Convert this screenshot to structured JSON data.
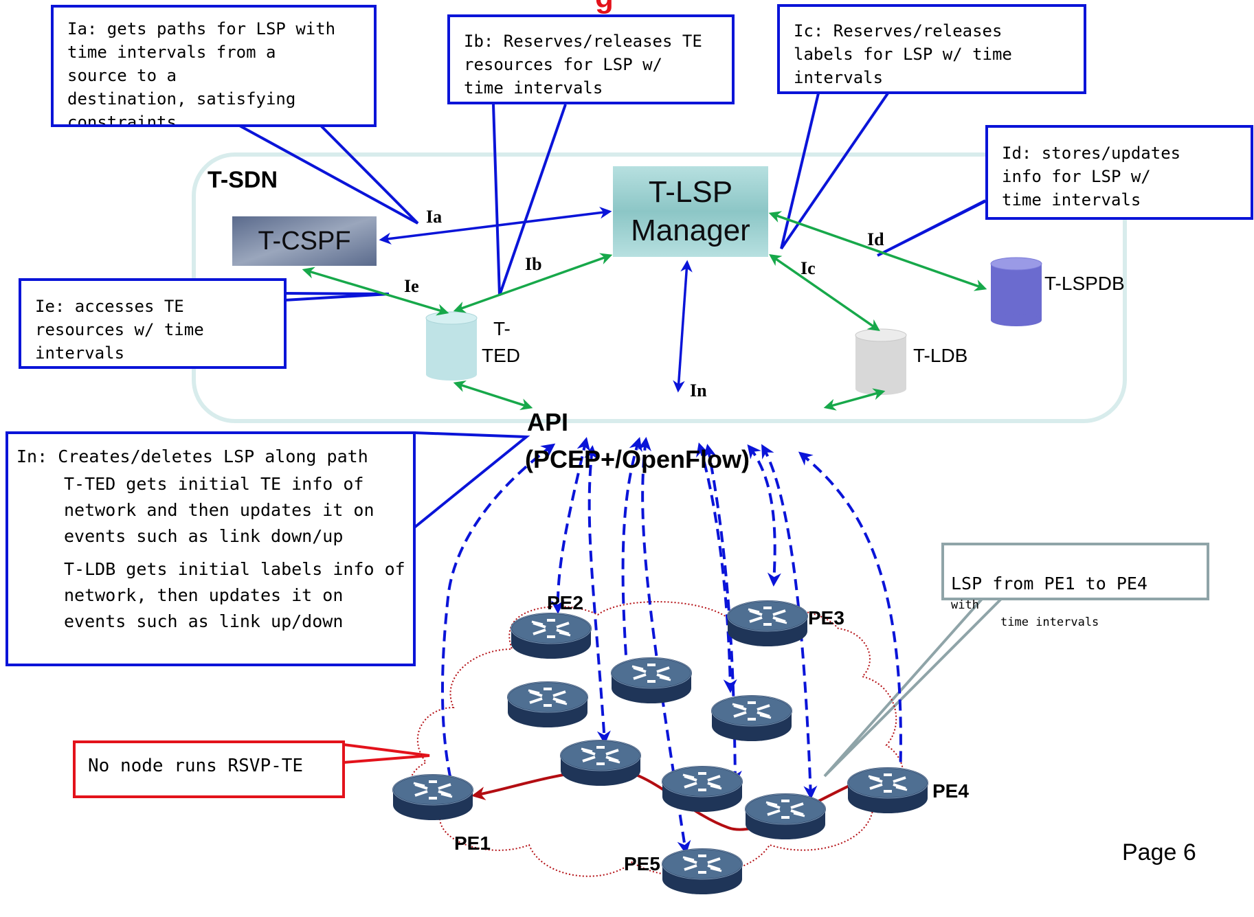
{
  "title_fragment": "g",
  "callouts": {
    "ia": "Ia:  gets paths for LSP with\n     time intervals from a\n     source to a\n     destination, satisfying\n     constraints",
    "ib": "Ib:  Reserves/releases TE\n     resources for LSP w/\n     time intervals",
    "ic": "Ic:  Reserves/releases\n     labels for LSP w/ time\n     intervals",
    "id": "Id:  stores/updates\n     info for LSP w/\n     time intervals",
    "ie": "Ie:  accesses TE\n     resources w/ time\n     intervals",
    "in_line": "In: Creates/deletes LSP along path",
    "in_ted": "T-TED gets initial TE info of network and then updates it on events such as link down/up",
    "in_ldb": "T-LDB gets initial labels info of network, then updates it on events such as link up/down",
    "rsvp": "No node runs RSVP-TE",
    "lsp_main": "LSP from PE1 to PE4",
    "lsp_with": "with",
    "lsp_time": "time intervals"
  },
  "components": {
    "tsdn": "T-SDN",
    "tlsp": "T-LSP Manager",
    "tcspf": "T-CSPF",
    "tted_1": "T-",
    "tted_2": "TED",
    "tldb": "T-LDB",
    "tlspdb": "T-LSPDB",
    "api_1": "API",
    "api_2": "(PCEP+/OpenFlow)"
  },
  "interfaces": {
    "ia": "Ia",
    "ib": "Ib",
    "ic": "Ic",
    "id": "Id",
    "ie": "Ie",
    "in": "In"
  },
  "nodes": {
    "pe1": "PE1",
    "pe2": "PE2",
    "pe3": "PE3",
    "pe4": "PE4",
    "pe5": "PE5"
  },
  "page": "Page 6",
  "colors": {
    "callout_border": "#0a14d8",
    "interface_arrow": "#0a14d8",
    "data_arrow": "#17a84a",
    "lsp_path": "#b30d12",
    "alert": "#e3121b",
    "tlsp_fill": "#9fd0d0",
    "tcspf_fill": "#6f7fa0",
    "tlspdb_fill": "#6f6fd0"
  }
}
